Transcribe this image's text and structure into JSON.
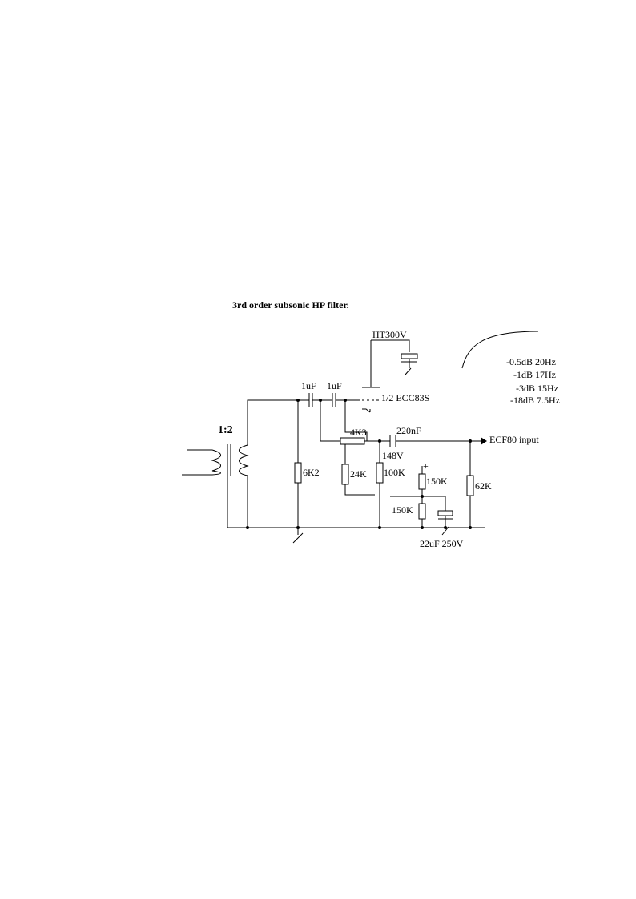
{
  "title": "3rd order subsonic HP filter.",
  "labels": {
    "transformer_ratio": "1:2",
    "cap1": "1uF",
    "cap2": "1uF",
    "tube": "1/2 ECC83S",
    "supply": "HT300V",
    "r_4k3": "4K3",
    "cap_220": "220nF",
    "output": "ECF80 input",
    "voltage": "148V",
    "r_6k2": "6K2",
    "r_24k": "24K",
    "r_100k": "100K",
    "r_150k_top": "150K",
    "r_150k_bottom": "150K",
    "r_62k": "62K",
    "cap_22u": "22uF 250V",
    "plus": "+"
  },
  "response": [
    "-0.5dB 20Hz",
    "-1dB 17Hz",
    "-3dB 15Hz",
    "-18dB 7.5Hz"
  ],
  "colors": {
    "ink": "#000000",
    "paper": "#ffffff"
  }
}
